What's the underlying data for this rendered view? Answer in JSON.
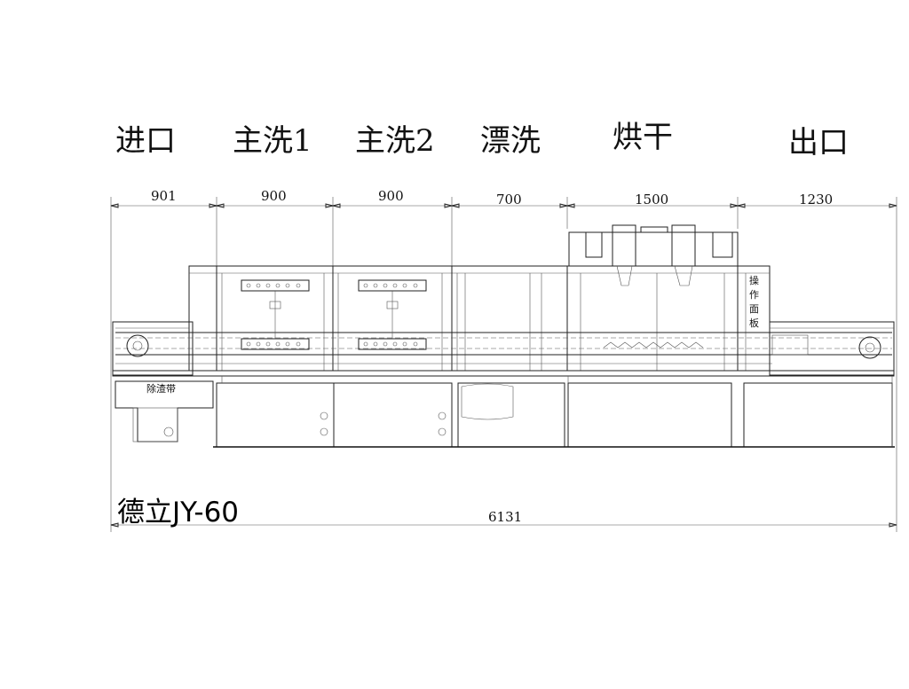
{
  "sections": [
    {
      "id": "inlet",
      "label": "进口"
    },
    {
      "id": "main-wash-1",
      "label": "主洗1"
    },
    {
      "id": "main-wash-2",
      "label": "主洗2"
    },
    {
      "id": "rinse",
      "label": "漂洗"
    },
    {
      "id": "drying",
      "label": "烘干"
    },
    {
      "id": "outlet",
      "label": "出口"
    }
  ],
  "dimensions": [
    "901",
    "900",
    "900",
    "700",
    "1500",
    "1230"
  ],
  "total_length": "6131",
  "model": "德立JY-60",
  "labels": {
    "slag_belt": "除渣带",
    "control_panel": [
      "操",
      "作",
      "面",
      "板"
    ]
  }
}
